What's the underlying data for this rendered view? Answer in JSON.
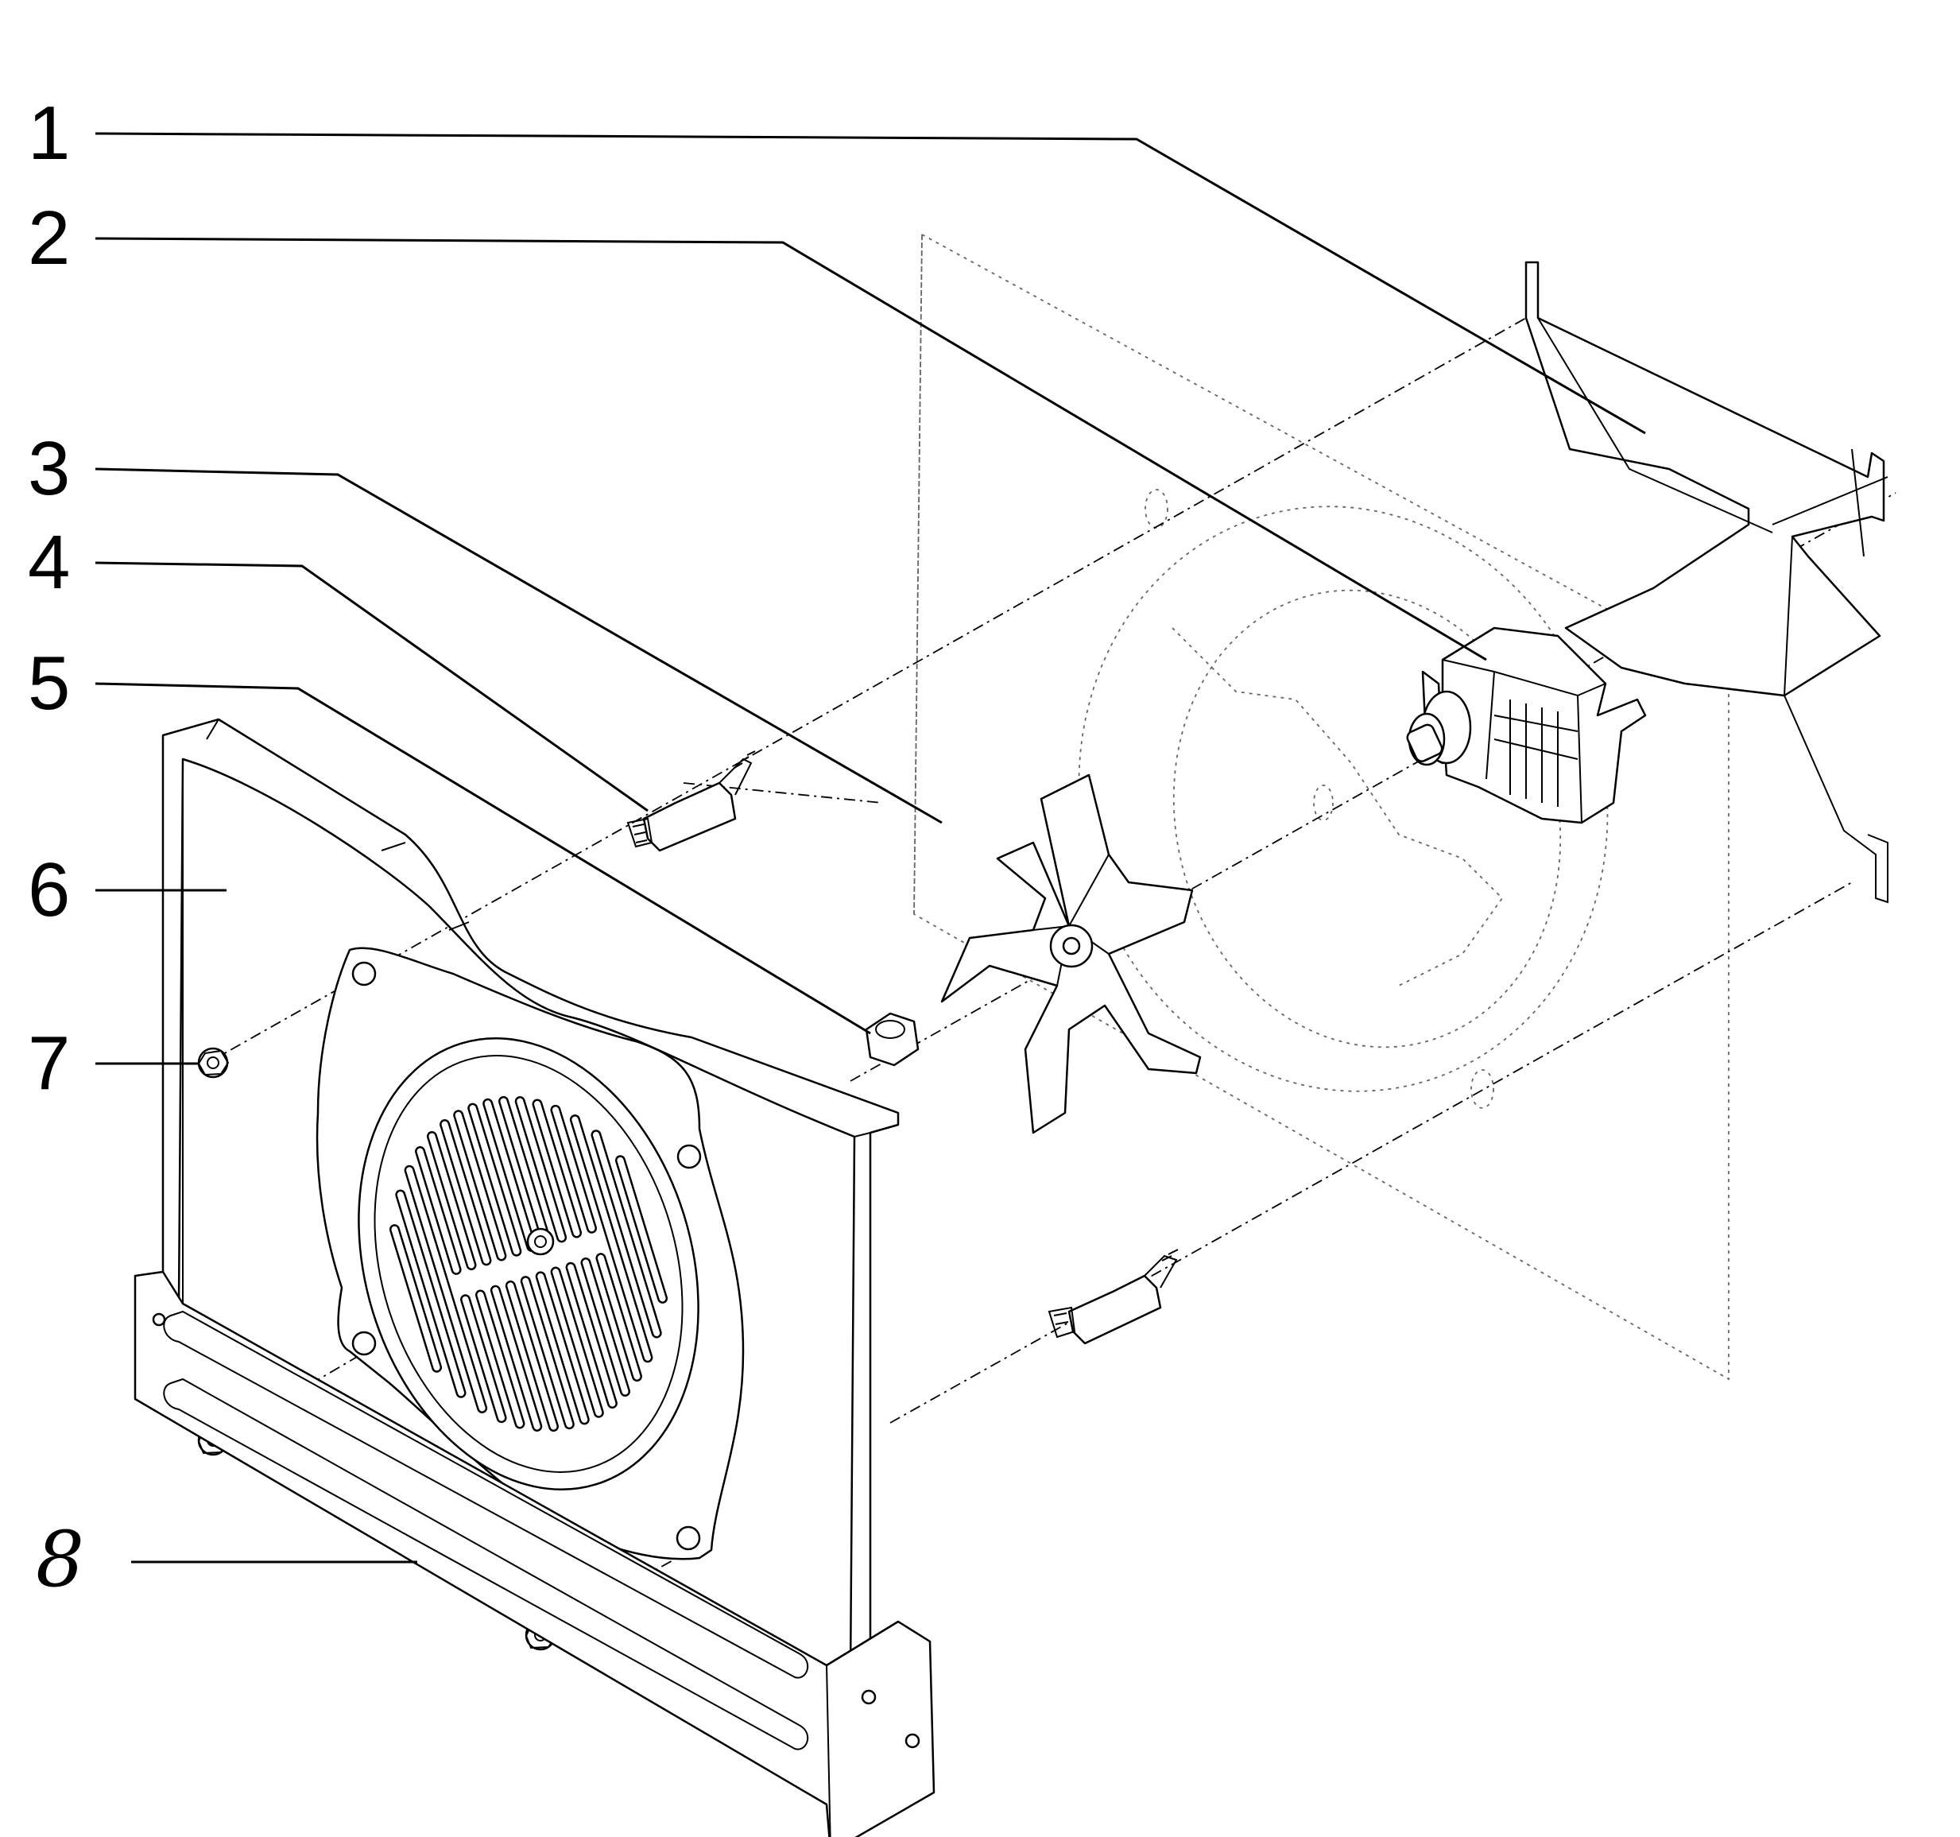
{
  "callouts": [
    {
      "id": "1",
      "label": "1"
    },
    {
      "id": "2",
      "label": "2"
    },
    {
      "id": "3",
      "label": "3"
    },
    {
      "id": "4",
      "label": "4"
    },
    {
      "id": "5",
      "label": "5"
    },
    {
      "id": "6",
      "label": "6"
    },
    {
      "id": "7",
      "label": "7"
    },
    {
      "id": "8",
      "label": "8"
    }
  ],
  "parts": {
    "mounting_bracket": {
      "icon": "bracket-icon"
    },
    "fan_motor": {
      "icon": "motor-icon"
    },
    "fan_blade": {
      "icon": "fan-blade-icon"
    },
    "spacer_stud": {
      "icon": "stud-icon"
    },
    "hex_nut": {
      "icon": "nut-icon"
    },
    "fan_cover": {
      "icon": "cover-plate-icon"
    },
    "flange_nut": {
      "icon": "flange-nut-icon"
    },
    "bottom_rail": {
      "icon": "rail-icon"
    }
  },
  "colors": {
    "line": "#000000",
    "background": "#ffffff",
    "hidden_line": "#666666"
  }
}
